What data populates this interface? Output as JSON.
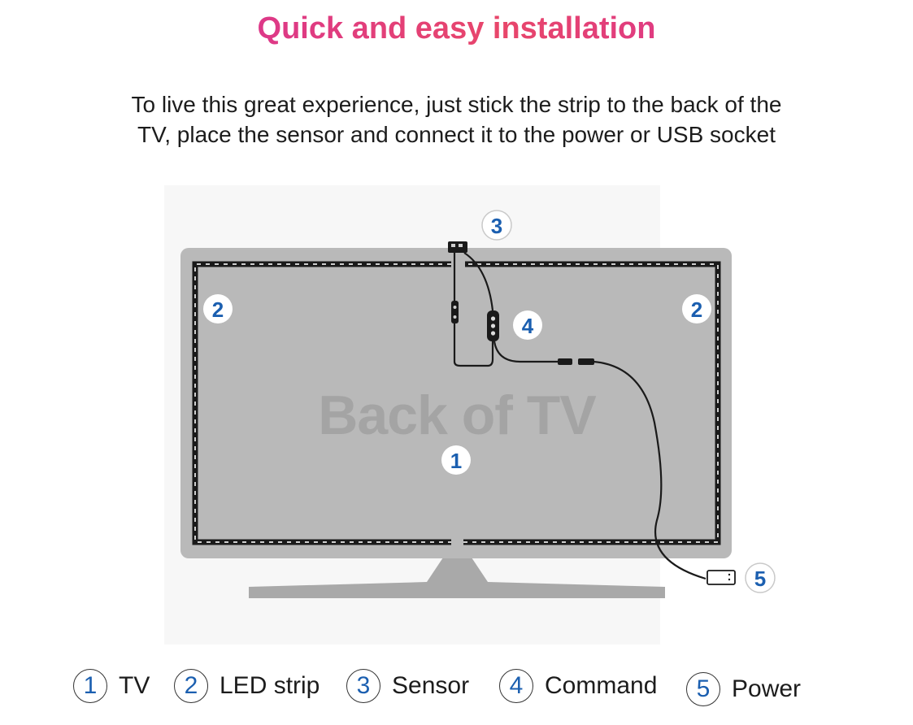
{
  "header": {
    "title": "Quick and easy installation",
    "intro": "To live this great experience, just stick the strip to the back of the TV, place the sensor and connect it to the power or USB socket"
  },
  "diagram": {
    "tv_label": "Back of TV",
    "callouts": {
      "tv": "1",
      "strip": "2",
      "sensor": "3",
      "command": "4",
      "power": "5"
    }
  },
  "legend": [
    {
      "num": "1",
      "label": "TV"
    },
    {
      "num": "2",
      "label": "LED strip"
    },
    {
      "num": "3",
      "label": "Sensor"
    },
    {
      "num": "4",
      "label": "Command"
    },
    {
      "num": "5",
      "label": "Power"
    }
  ],
  "colors": {
    "title_start": "#d12aa8",
    "title_end": "#e8466a",
    "callout_number": "#1b5fb0",
    "tv_body": "#b9b9b9",
    "strip": "#1a1a1a"
  }
}
